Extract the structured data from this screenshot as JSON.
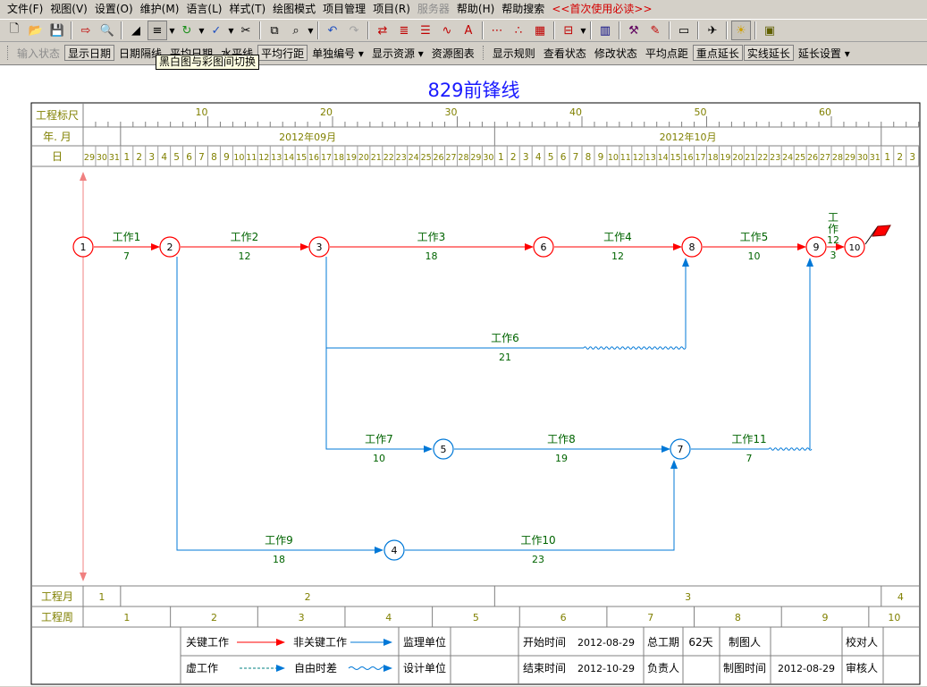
{
  "menu": [
    "文件(F)",
    "视图(V)",
    "设置(O)",
    "维护(M)",
    "语言(L)",
    "样式(T)",
    "绘图模式",
    "项目管理",
    "项目(R)",
    "服务器",
    "帮助(H)",
    "帮助搜索",
    "<<首次使用必读>>"
  ],
  "menu_disabled": [
    "服务器"
  ],
  "menu_highlight": "<<首次使用必读>>",
  "toolbar_icons": [
    "new-file-icon",
    "open-folder-icon",
    "save-icon",
    "export-icon",
    "print-preview-icon",
    "triangle-icon",
    "bw-color-toggle-icon",
    "refresh-icon",
    "check-icon",
    "cut-icon",
    "copy-icon",
    "find-icon",
    "undo-icon",
    "redo-icon",
    "network-icon",
    "lines-icon",
    "list-icon",
    "curve-icon",
    "text-icon",
    "nodes-icon",
    "nodes2-icon",
    "chart-icon",
    "align-icon",
    "books-icon",
    "tools-icon",
    "pen-icon",
    "monitor-icon",
    "plane-icon",
    "bulb-icon",
    "folder-icon"
  ],
  "toolbar2": [
    {
      "label": "输入状态",
      "state": "disabled"
    },
    {
      "label": "显示日期",
      "state": "boxed"
    },
    {
      "label": "日期隔线",
      "state": "normal"
    },
    {
      "label": "平均日期",
      "state": "normal"
    },
    {
      "label": "水平线",
      "state": "normal"
    },
    {
      "label": "平均行距",
      "state": "boxed"
    },
    {
      "label": "单独编号 ▾",
      "state": "normal"
    },
    {
      "label": "显示资源 ▾",
      "state": "normal"
    },
    {
      "label": "资源图表",
      "state": "normal"
    },
    {
      "label": "显示规则",
      "state": "normal"
    },
    {
      "label": "查看状态",
      "state": "normal"
    },
    {
      "label": "修改状态",
      "state": "normal"
    },
    {
      "label": "平均点距",
      "state": "normal"
    },
    {
      "label": "重点延长",
      "state": "boxed"
    },
    {
      "label": "实线延长",
      "state": "boxed"
    },
    {
      "label": "延长设置 ▾",
      "state": "normal"
    }
  ],
  "tooltip": "黑白图与彩图间切换",
  "title": "829前锋线",
  "header": {
    "scale_label": "工程标尺",
    "month_label": "年. 月",
    "day_label": "日",
    "scale_ticks": [
      "10",
      "20",
      "30",
      "40",
      "50",
      "60"
    ],
    "months": [
      "2012年09月",
      "2012年10月"
    ],
    "days_before": [
      "29",
      "30",
      "31"
    ],
    "days_sep": 30,
    "days_oct": 31,
    "days_after": [
      "1",
      "2",
      "3"
    ]
  },
  "footer": {
    "month_label": "工程月",
    "months": [
      "1",
      "2",
      "3",
      "4"
    ],
    "week_label": "工程周",
    "weeks": [
      "1",
      "2",
      "3",
      "4",
      "5",
      "6",
      "7",
      "8",
      "9",
      "10"
    ]
  },
  "nodes": [
    "1",
    "2",
    "3",
    "4",
    "5",
    "6",
    "7",
    "8",
    "9",
    "10"
  ],
  "tasks": [
    {
      "name": "工作1",
      "duration": "7",
      "critical": true
    },
    {
      "name": "工作2",
      "duration": "12",
      "critical": true
    },
    {
      "name": "工作3",
      "duration": "18",
      "critical": true
    },
    {
      "name": "工作4",
      "duration": "12",
      "critical": true
    },
    {
      "name": "工作5",
      "duration": "10",
      "critical": true
    },
    {
      "name": "工作12",
      "duration": "3",
      "critical": true
    },
    {
      "name": "工作6",
      "duration": "21",
      "critical": false
    },
    {
      "name": "工作7",
      "duration": "10",
      "critical": false
    },
    {
      "name": "工作8",
      "duration": "19",
      "critical": false
    },
    {
      "name": "工作11",
      "duration": "7",
      "critical": false
    },
    {
      "name": "工作9",
      "duration": "18",
      "critical": false
    },
    {
      "name": "工作10",
      "duration": "23",
      "critical": false
    }
  ],
  "legend": {
    "critical": "关键工作",
    "noncritical": "非关键工作",
    "virtual": "虚工作",
    "float": "自由时差"
  },
  "info": {
    "supervisor_label": "监理单位",
    "designer_label": "设计单位",
    "start_label": "开始时间",
    "start_value": "2012-08-29",
    "end_label": "结束时间",
    "end_value": "2012-10-29",
    "duration_label": "总工期",
    "duration_value": "62天",
    "owner_label": "负责人",
    "drafter_label": "制图人",
    "draft_time_label": "制图时间",
    "draft_time_value": "2012-08-29",
    "proofer_label": "校对人",
    "reviewer_label": "审核人"
  },
  "colors": {
    "critical": "#ff0000",
    "noncritical": "#0078d7",
    "ruler": "#808000",
    "task_label": "#006400",
    "title": "#1a1aff",
    "frontline": "#f08080"
  }
}
